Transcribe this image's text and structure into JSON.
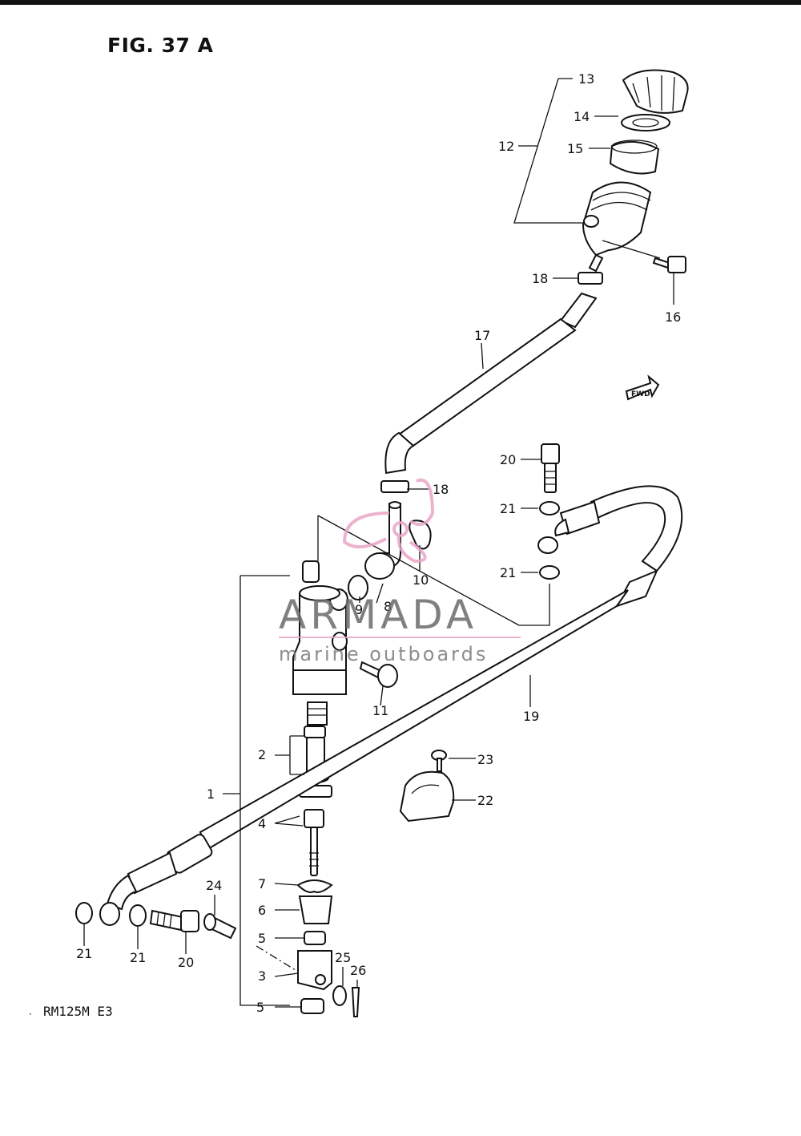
{
  "figure": {
    "title": "FIG. 37 A",
    "model": "RM125M E3",
    "fwd_label": "FWD"
  },
  "watermark": {
    "brand": "ARMADA",
    "tagline": "marine outboards",
    "colors": {
      "logo": "#e9a6c8",
      "text": "#6b6b6b"
    }
  },
  "callouts": {
    "c1": "1",
    "c2": "2",
    "c3": "3",
    "c4": "4",
    "c5a": "5",
    "c5b": "5",
    "c6": "6",
    "c7": "7",
    "c8": "8",
    "c9": "9",
    "c10": "10",
    "c11": "11",
    "c12": "12",
    "c13": "13",
    "c14": "14",
    "c15": "15",
    "c16": "16",
    "c17": "17",
    "c18a": "18",
    "c18b": "18",
    "c19": "19",
    "c20a": "20",
    "c20b": "20",
    "c21a": "21",
    "c21b": "21",
    "c21c": "21",
    "c21d": "21",
    "c22": "22",
    "c23": "23",
    "c24": "24",
    "c25": "25",
    "c26": "26"
  }
}
